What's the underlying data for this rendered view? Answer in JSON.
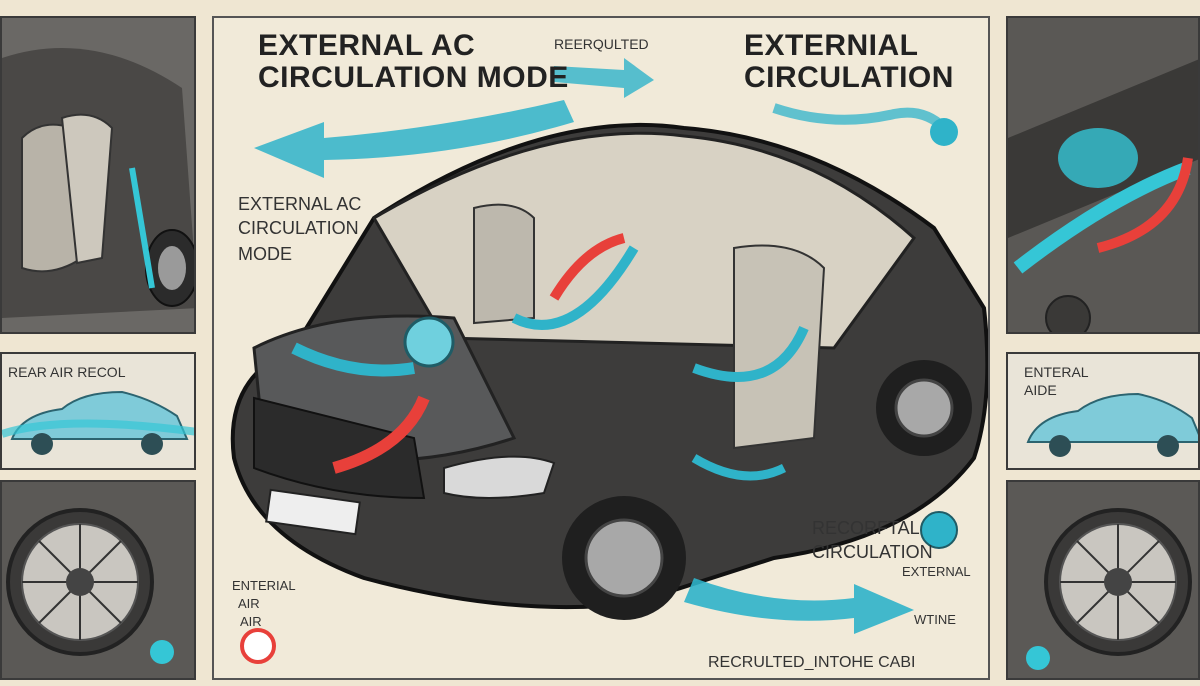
{
  "center": {
    "title_left_line1": "EXTERNAL AC",
    "title_left_line2": "CIRCULATION MODE",
    "title_right_line1": "EXTERNIAL",
    "title_right_line2": "CIRCULATION",
    "top_small_label": "REERQULTED",
    "side_label_line1": "EXTERNAL AC",
    "side_label_line2": "CIRCULATION",
    "side_label_line3": "MODE",
    "bottom_right_line1": "RECORFTAL",
    "bottom_right_line2": "CIRCULATION",
    "bottom_right_small": "EXTERNAL",
    "bottom_right_small2": "WTINE",
    "bottom_left_line1": "ENTERIAL",
    "bottom_left_line2": "AIR",
    "bottom_left_line3": "AIR",
    "bottom_caption": "RECRULTED_INTOHE   CABI"
  },
  "left_panels": {
    "mid_label": "REAR   AIR   RECOL"
  },
  "right_panels": {
    "mid_label_line1": "ENTERAL",
    "mid_label_line2": "AIDE"
  },
  "colors": {
    "cyan_arrow": "#2fb3c9",
    "red_arrow": "#e8403a",
    "car_body": "#3d3c3b",
    "paper": "#efe6d2"
  }
}
